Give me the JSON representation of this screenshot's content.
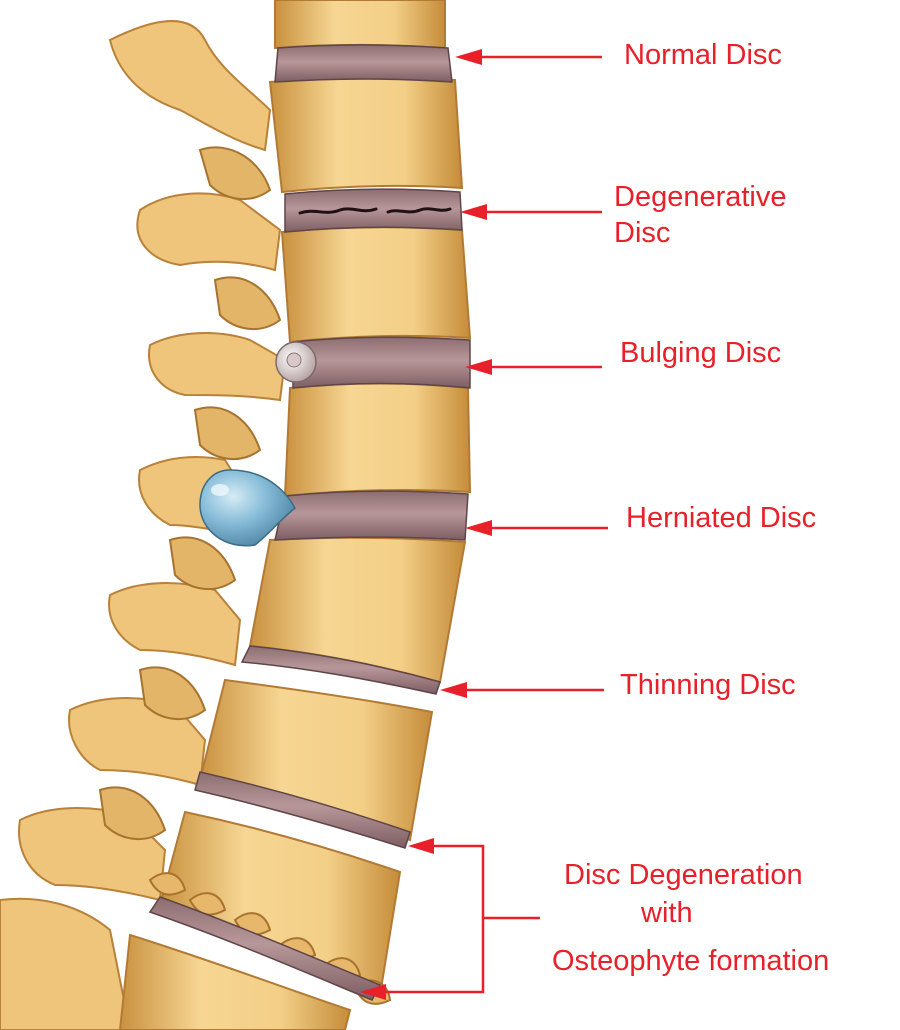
{
  "labels": {
    "normal": "Normal Disc",
    "degenerative_line1": "Degenerative",
    "degenerative_line2": "Disc",
    "bulging": "Bulging Disc",
    "herniated": "Herniated Disc",
    "thinning": "Thinning Disc",
    "osteophyte_line1": "Disc Degeneration",
    "osteophyte_line2": "with",
    "osteophyte_line3": "Osteophyte formation"
  },
  "colors": {
    "label_red": "#e8202a",
    "bone": "#efc780",
    "bone_shadow": "#c9913f",
    "bone_light": "#fbe7b4",
    "disc": "#a88588",
    "disc_dark": "#7d5e62",
    "herniation": "#7fb6d3",
    "bulge": "#e9dcdc"
  }
}
